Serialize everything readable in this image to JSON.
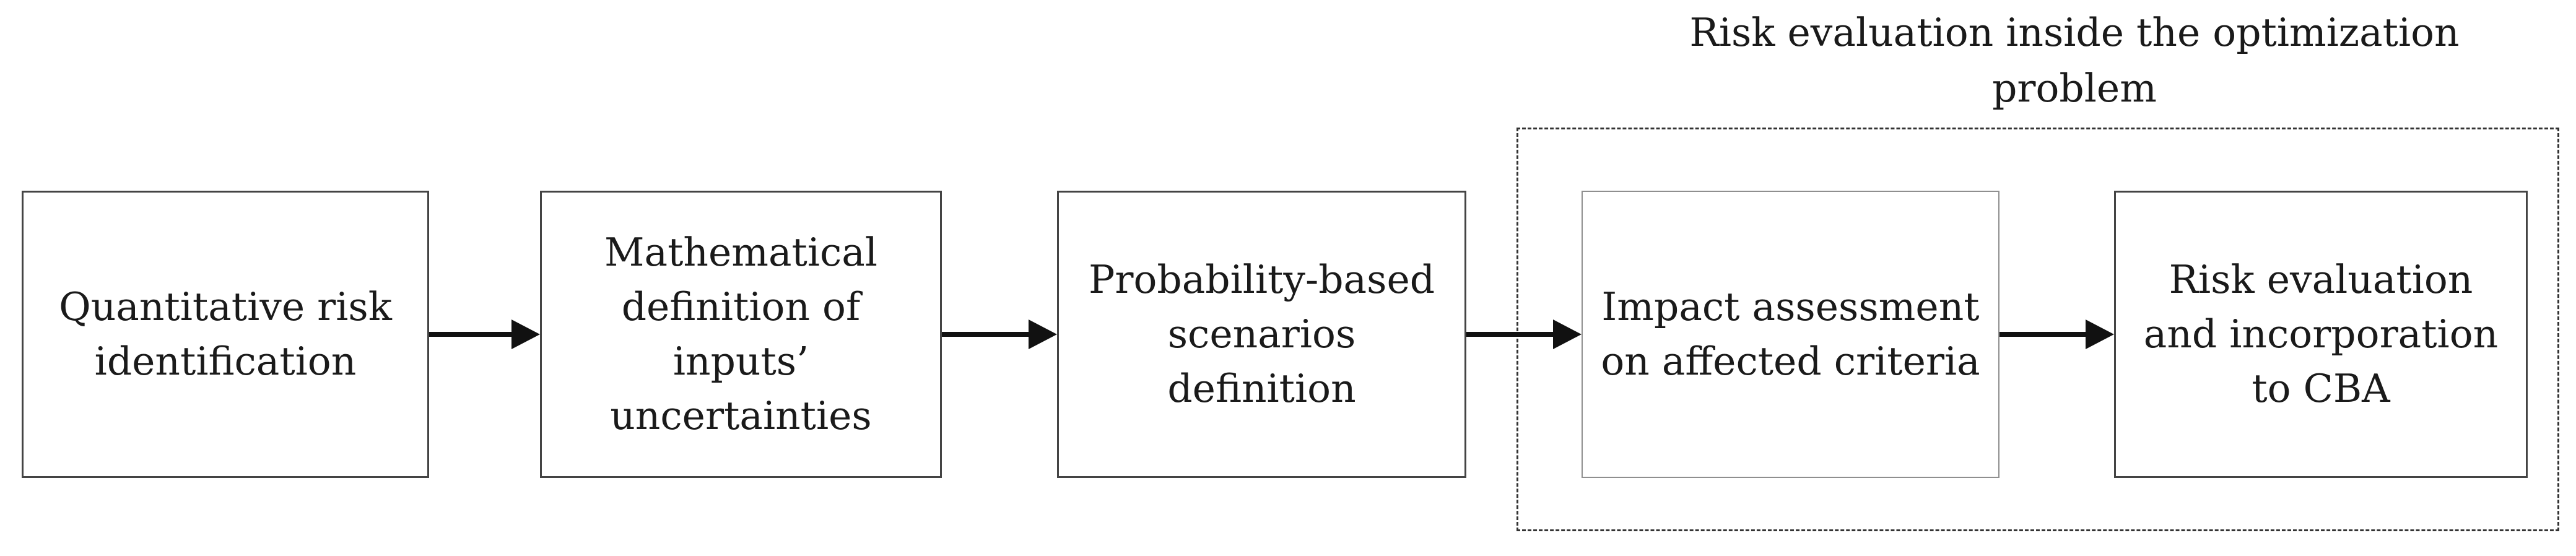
{
  "diagram": {
    "group_title": "Risk evaluation inside the optimization\nproblem",
    "boxes": [
      {
        "label": "Quantitative risk\nidentification"
      },
      {
        "label": "Mathematical\ndefinition of\ninputs’\nuncertainties"
      },
      {
        "label": "Probability-based\nscenarios\ndefinition"
      },
      {
        "label": "Impact assessment\non affected criteria"
      },
      {
        "label": "Risk evaluation\nand incorporation\nto CBA"
      }
    ],
    "connections": [
      {
        "from": "Quantitative risk identification",
        "to": "Mathematical definition of inputs’ uncertainties"
      },
      {
        "from": "Mathematical definition of inputs’ uncertainties",
        "to": "Probability-based scenarios definition"
      },
      {
        "from": "Probability-based scenarios definition",
        "to": "Impact assessment on affected criteria"
      },
      {
        "from": "Impact assessment on affected criteria",
        "to": "Risk evaluation and incorporation to CBA"
      }
    ],
    "group_members": [
      "Impact assessment on affected criteria",
      "Risk evaluation and incorporation to CBA"
    ],
    "colors": {
      "background": "#ffffff",
      "text": "#1a1a1a",
      "box_border": "#444444",
      "box4_border": "#8f8f8f",
      "arrow": "#111111",
      "dashed_border": "#333333"
    }
  }
}
